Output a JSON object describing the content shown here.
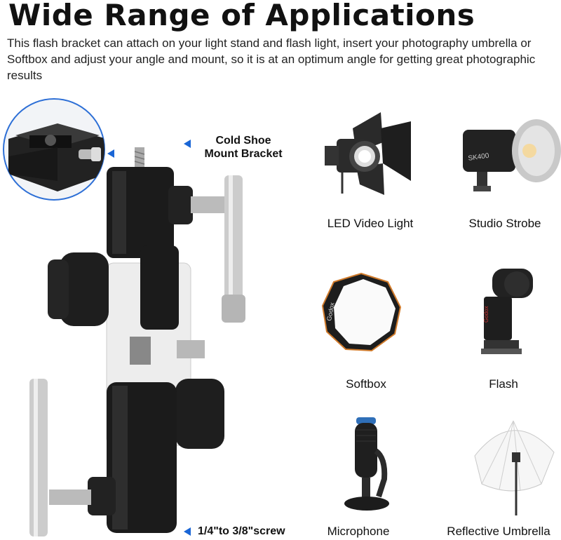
{
  "heading": "Wide Range of Applications",
  "description": "This flash bracket can attach on your light stand and flash light, insert your photography umbrella or Softbox and adjust your angle and mount, so it is at an optimum angle for getting great photographic results",
  "callouts": {
    "top": "Cold Shoe\nMount Bracket",
    "bottom": "1/4\"to 3/8\"screw"
  },
  "applications": [
    {
      "label": "LED Video Light",
      "icon": "led-video-light-icon"
    },
    {
      "label": "Studio Strobe",
      "icon": "studio-strobe-icon"
    },
    {
      "label": "Softbox",
      "icon": "softbox-icon"
    },
    {
      "label": "Flash",
      "icon": "flash-icon"
    },
    {
      "label": "Microphone",
      "icon": "microphone-icon"
    },
    {
      "label": "Reflective Umbrella",
      "icon": "umbrella-icon"
    }
  ],
  "colors": {
    "accent": "#1a66d6",
    "bracket_body": "#1b1b1b",
    "bracket_white": "#ededed"
  }
}
